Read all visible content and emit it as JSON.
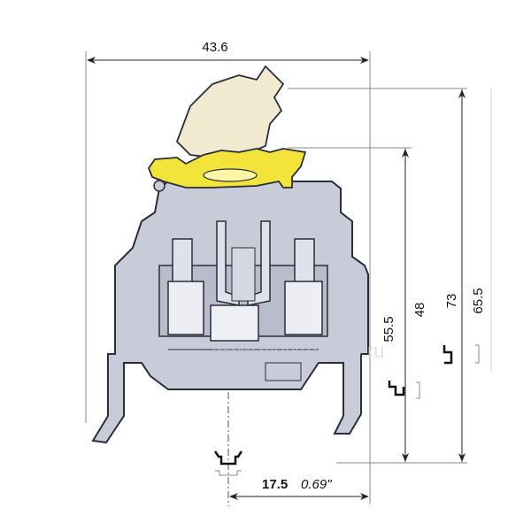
{
  "dimensions": {
    "width_total": "43.6",
    "height_a": "55.5",
    "height_b": "48",
    "height_c": "73",
    "height_d": "65.5",
    "pitch_mm": "17.5",
    "pitch_in": "0.69\""
  },
  "watermark": "www.electro-mpo.ru",
  "colors": {
    "body": "#c8ccd9",
    "body_stroke": "#2a2d3a",
    "fuse_lever": "#f2e43a",
    "fuse_holder": "#f1ead0",
    "line": "#777777"
  }
}
